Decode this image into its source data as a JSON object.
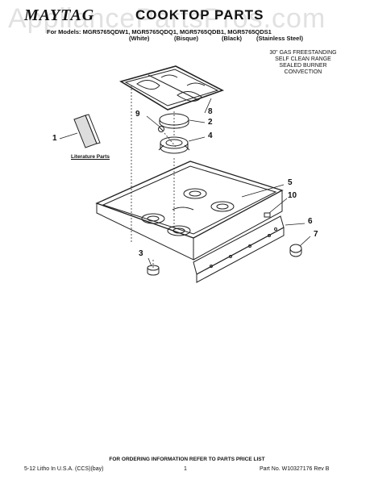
{
  "header": {
    "brand": "MAYTAG",
    "title": "COOKTOP PARTS",
    "watermark": "AppliancePartsPros.com",
    "models": "For Models: MGR5765QDW1, MGR5765QDQ1, MGR5765QDB1, MGR5765QDS1",
    "colors": [
      "(White)",
      "(Bisque)",
      "(Black)",
      "(Stainless Steel)"
    ]
  },
  "description": [
    "30\" GAS FREESTANDING",
    "SELF CLEAN RANGE",
    "SEALED BURNER",
    "CONVECTION"
  ],
  "callouts": [
    "1",
    "2",
    "3",
    "4",
    "5",
    "6",
    "7",
    "8",
    "9",
    "10"
  ],
  "literature_label": "Literature Parts",
  "footer": {
    "ordering": "FOR ORDERING INFORMATION REFER TO PARTS PRICE LIST",
    "left": "5-12 Litho In U.S.A. (CCS)(bay)",
    "center": "1",
    "right": "Part No. W10327176 Rev B"
  }
}
